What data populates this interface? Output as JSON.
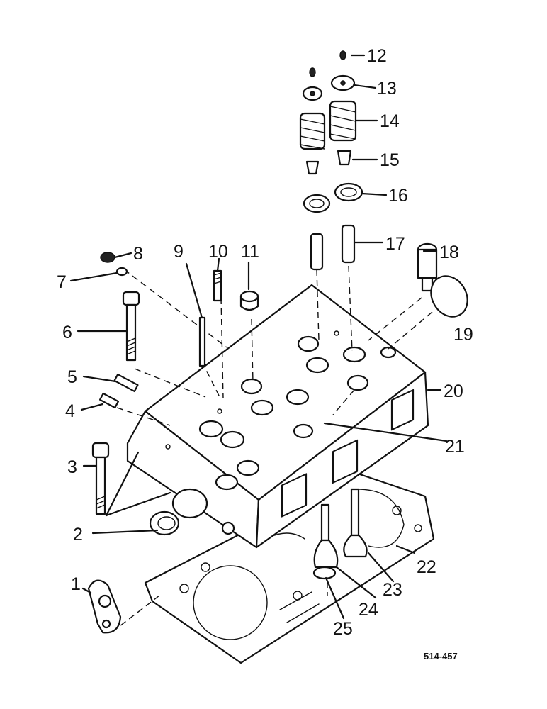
{
  "callouts": [
    {
      "id": "1",
      "label": "1"
    },
    {
      "id": "2",
      "label": "2"
    },
    {
      "id": "3",
      "label": "3"
    },
    {
      "id": "4",
      "label": "4"
    },
    {
      "id": "5",
      "label": "5"
    },
    {
      "id": "6",
      "label": "6"
    },
    {
      "id": "7",
      "label": "7"
    },
    {
      "id": "8",
      "label": "8"
    },
    {
      "id": "9",
      "label": "9"
    },
    {
      "id": "10",
      "label": "10"
    },
    {
      "id": "11",
      "label": "11"
    },
    {
      "id": "12",
      "label": "12"
    },
    {
      "id": "13",
      "label": "13"
    },
    {
      "id": "14",
      "label": "14"
    },
    {
      "id": "15",
      "label": "15"
    },
    {
      "id": "16",
      "label": "16"
    },
    {
      "id": "17",
      "label": "17"
    },
    {
      "id": "18",
      "label": "18"
    },
    {
      "id": "19",
      "label": "19"
    },
    {
      "id": "20",
      "label": "20"
    },
    {
      "id": "21",
      "label": "21"
    },
    {
      "id": "22",
      "label": "22"
    },
    {
      "id": "23",
      "label": "23"
    },
    {
      "id": "24",
      "label": "24"
    },
    {
      "id": "25",
      "label": "25"
    }
  ],
  "drawing_number": "514-457"
}
